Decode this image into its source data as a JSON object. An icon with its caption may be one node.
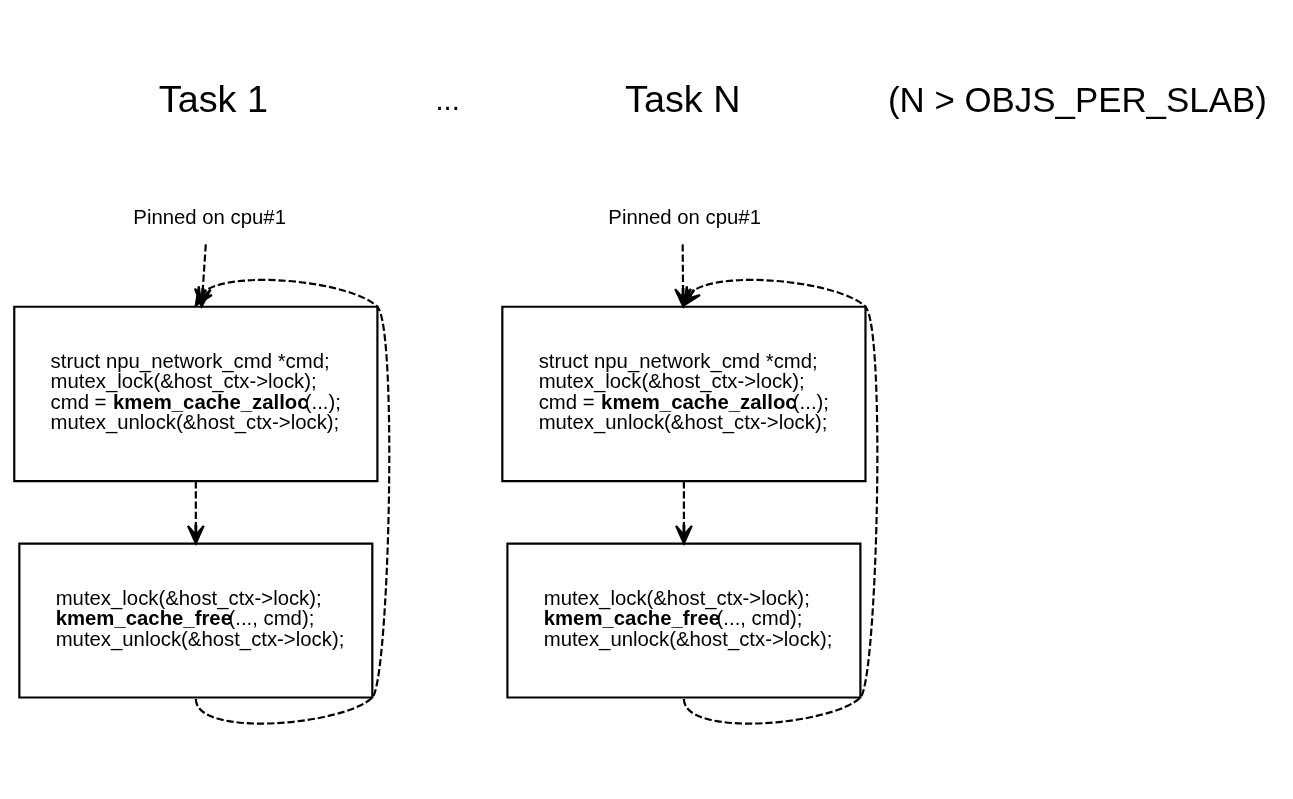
{
  "diagram": {
    "nodes": [
      {
        "text": [
          "Pinned on cpu#1"
        ]
      },
      {
        "text": [
          "struct npu_network_cmd *cmd;",
          "mutex_lock(&host_ctx->lock);",
          "cmd = **kmem_cache_zalloc**(...);",
          "mutex_unlock(&host_ctx->lock);"
        ]
      },
      {
        "text": [
          "mutex_lock(&host_ctx->lock);",
          "**kmem_cache_free**(..., cmd);",
          "mutex_unlock(&host_ctx->lock);"
        ]
      },
      {
        "text": [
          "Pinned on cpu#1"
        ]
      },
      {
        "text": [
          "struct npu_network_cmd *cmd;",
          "mutex_lock(&host_ctx->lock);",
          "cmd = **kmem_cache_zalloc**(...);",
          "mutex_unlock(&host_ctx->lock);"
        ]
      },
      {
        "text": [
          "mutex_lock(&host_ctx->lock);",
          "**kmem_cache_free**(..., cmd);",
          "mutex_unlock(&host_ctx->lock);"
        ]
      }
    ],
    "edges": [
      {
        "from": 0,
        "to": 1,
        "arrow": "to",
        "style": "dashed"
      },
      {
        "from": 1,
        "to": 2,
        "arrow": "to",
        "style": "dashed"
      },
      {
        "from": 2,
        "to": 1,
        "arrow": "to",
        "style": "dashed"
      },
      {
        "from": 3,
        "to": 4,
        "arrow": "to",
        "style": "dashed"
      },
      {
        "from": 4,
        "to": 5,
        "arrow": "to",
        "style": "dashed"
      },
      {
        "from": 5,
        "to": 4,
        "arrow": "to",
        "style": "dashed"
      }
    ],
    "labels": [
      "Task 1",
      "...",
      "Task N",
      "(N > OBJS_PER_SLAB)"
    ]
  }
}
